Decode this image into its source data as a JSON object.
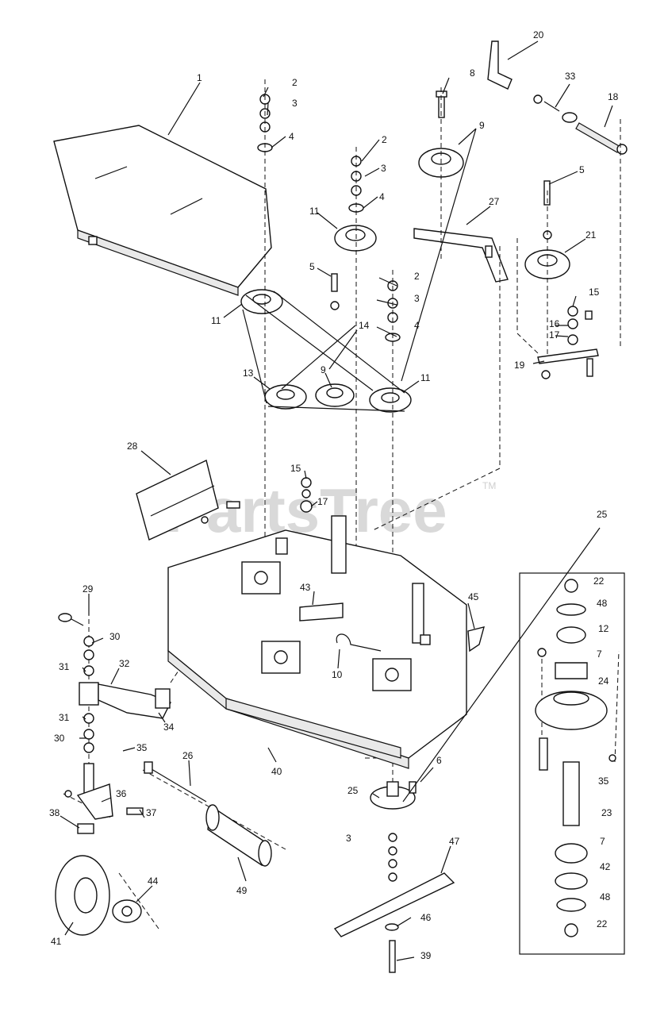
{
  "watermark": {
    "text": "PartsTree",
    "trademark": "TM"
  },
  "callouts": [
    {
      "id": "c1",
      "text": "1"
    },
    {
      "id": "c2a",
      "text": "2"
    },
    {
      "id": "c3a",
      "text": "3"
    },
    {
      "id": "c4a",
      "text": "4"
    },
    {
      "id": "c2b",
      "text": "2"
    },
    {
      "id": "c3b",
      "text": "3"
    },
    {
      "id": "c4b",
      "text": "4"
    },
    {
      "id": "c11a",
      "text": "11"
    },
    {
      "id": "c5a",
      "text": "5"
    },
    {
      "id": "c2c",
      "text": "2"
    },
    {
      "id": "c3c",
      "text": "3"
    },
    {
      "id": "c4c",
      "text": "4"
    },
    {
      "id": "c11b",
      "text": "11"
    },
    {
      "id": "c14",
      "text": "14"
    },
    {
      "id": "c13",
      "text": "13"
    },
    {
      "id": "c9a",
      "text": "9"
    },
    {
      "id": "c11c",
      "text": "11"
    },
    {
      "id": "c8",
      "text": "8"
    },
    {
      "id": "c20",
      "text": "20"
    },
    {
      "id": "c33",
      "text": "33"
    },
    {
      "id": "c18",
      "text": "18"
    },
    {
      "id": "c9b",
      "text": "9"
    },
    {
      "id": "c27",
      "text": "27"
    },
    {
      "id": "c5b",
      "text": "5"
    },
    {
      "id": "c21",
      "text": "21"
    },
    {
      "id": "c15a",
      "text": "15"
    },
    {
      "id": "c16",
      "text": "16"
    },
    {
      "id": "c17a",
      "text": "17"
    },
    {
      "id": "c19",
      "text": "19"
    },
    {
      "id": "c28",
      "text": "28"
    },
    {
      "id": "c15b",
      "text": "15"
    },
    {
      "id": "c17b",
      "text": "17"
    },
    {
      "id": "c43",
      "text": "43"
    },
    {
      "id": "c45",
      "text": "45"
    },
    {
      "id": "c10",
      "text": "10"
    },
    {
      "id": "c29",
      "text": "29"
    },
    {
      "id": "c30a",
      "text": "30"
    },
    {
      "id": "c31a",
      "text": "31"
    },
    {
      "id": "c32",
      "text": "32"
    },
    {
      "id": "c31b",
      "text": "31"
    },
    {
      "id": "c34",
      "text": "34"
    },
    {
      "id": "c30b",
      "text": "30"
    },
    {
      "id": "c35a",
      "text": "35"
    },
    {
      "id": "c26",
      "text": "26"
    },
    {
      "id": "c40",
      "text": "40"
    },
    {
      "id": "c36",
      "text": "36"
    },
    {
      "id": "c38",
      "text": "38"
    },
    {
      "id": "c37",
      "text": "37"
    },
    {
      "id": "c49",
      "text": "49"
    },
    {
      "id": "c41",
      "text": "41"
    },
    {
      "id": "c44",
      "text": "44"
    },
    {
      "id": "c6",
      "text": "6"
    },
    {
      "id": "c25a",
      "text": "25"
    },
    {
      "id": "c3d",
      "text": "3"
    },
    {
      "id": "c47",
      "text": "47"
    },
    {
      "id": "c46",
      "text": "46"
    },
    {
      "id": "c39",
      "text": "39"
    },
    {
      "id": "c25b",
      "text": "25"
    },
    {
      "id": "c22a",
      "text": "22"
    },
    {
      "id": "c48a",
      "text": "48"
    },
    {
      "id": "c12",
      "text": "12"
    },
    {
      "id": "c7a",
      "text": "7"
    },
    {
      "id": "c24",
      "text": "24"
    },
    {
      "id": "c35b",
      "text": "35"
    },
    {
      "id": "c23",
      "text": "23"
    },
    {
      "id": "c7b",
      "text": "7"
    },
    {
      "id": "c42",
      "text": "42"
    },
    {
      "id": "c48b",
      "text": "48"
    },
    {
      "id": "c22b",
      "text": "22"
    }
  ]
}
